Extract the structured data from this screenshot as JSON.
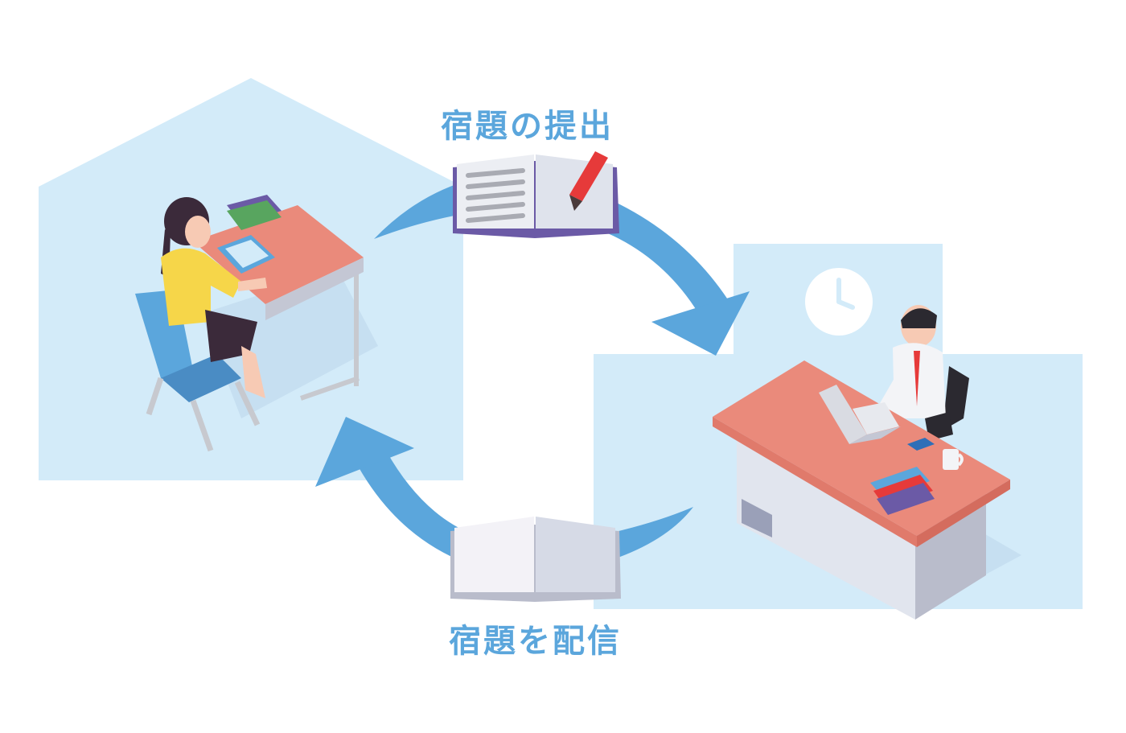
{
  "labels": {
    "submit": "宿題の提出",
    "distribute": "宿題を配信"
  },
  "colors": {
    "zone_fill": "#d3ebf9",
    "arrow": "#5ba6dc",
    "label_text": "#5ba6dc",
    "desk_top": "#ea8a7b",
    "book_purple": "#6b5aa6",
    "student_shirt": "#f6d649",
    "chair": "#5ba6dc"
  },
  "icons": {
    "home_zone": "house-shape",
    "office_zone": "office-shape",
    "clock": "clock-icon",
    "pencil": "pencil-icon"
  }
}
